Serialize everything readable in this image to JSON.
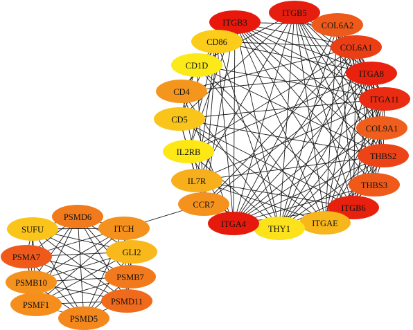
{
  "network": {
    "nodes": [
      {
        "id": "ITGB3",
        "color": "#e8180c"
      },
      {
        "id": "ITGB5",
        "color": "#e51e10"
      },
      {
        "id": "COL6A2",
        "color": "#ee5a1a"
      },
      {
        "id": "COL6A1",
        "color": "#ec3e15"
      },
      {
        "id": "ITGA8",
        "color": "#e8220f"
      },
      {
        "id": "ITGA11",
        "color": "#ea2c12"
      },
      {
        "id": "COL9A1",
        "color": "#ef5e1c"
      },
      {
        "id": "THBS2",
        "color": "#ec4417"
      },
      {
        "id": "THBS3",
        "color": "#ef5a1b"
      },
      {
        "id": "ITGB6",
        "color": "#e8200e"
      },
      {
        "id": "ITGAE",
        "color": "#f7b61c"
      },
      {
        "id": "THY1",
        "color": "#fbe21a"
      },
      {
        "id": "ITGA4",
        "color": "#e51a0d"
      },
      {
        "id": "CCR7",
        "color": "#f4921d"
      },
      {
        "id": "IL7R",
        "color": "#f7b01c"
      },
      {
        "id": "IL2RB",
        "color": "#fde816"
      },
      {
        "id": "CD5",
        "color": "#f9c51a"
      },
      {
        "id": "CD4",
        "color": "#f4961d"
      },
      {
        "id": "CD1D",
        "color": "#fce91a"
      },
      {
        "id": "CD86",
        "color": "#fbcc1a"
      },
      {
        "id": "SUFU",
        "color": "#fbc41b"
      },
      {
        "id": "PSMD6",
        "color": "#f07a1c"
      },
      {
        "id": "ITCH",
        "color": "#f4921d"
      },
      {
        "id": "GLI2",
        "color": "#f9b81b"
      },
      {
        "id": "PSMB7",
        "color": "#f37a1c"
      },
      {
        "id": "PSMD11",
        "color": "#f06a1c"
      },
      {
        "id": "PSMD5",
        "color": "#f4881d"
      },
      {
        "id": "PSMF1",
        "color": "#f58e1d"
      },
      {
        "id": "PSMB10",
        "color": "#f5921d"
      },
      {
        "id": "PSMA7",
        "color": "#ef5a1b"
      }
    ],
    "bridge": {
      "source": "CCR7",
      "target": "ITCH"
    }
  }
}
